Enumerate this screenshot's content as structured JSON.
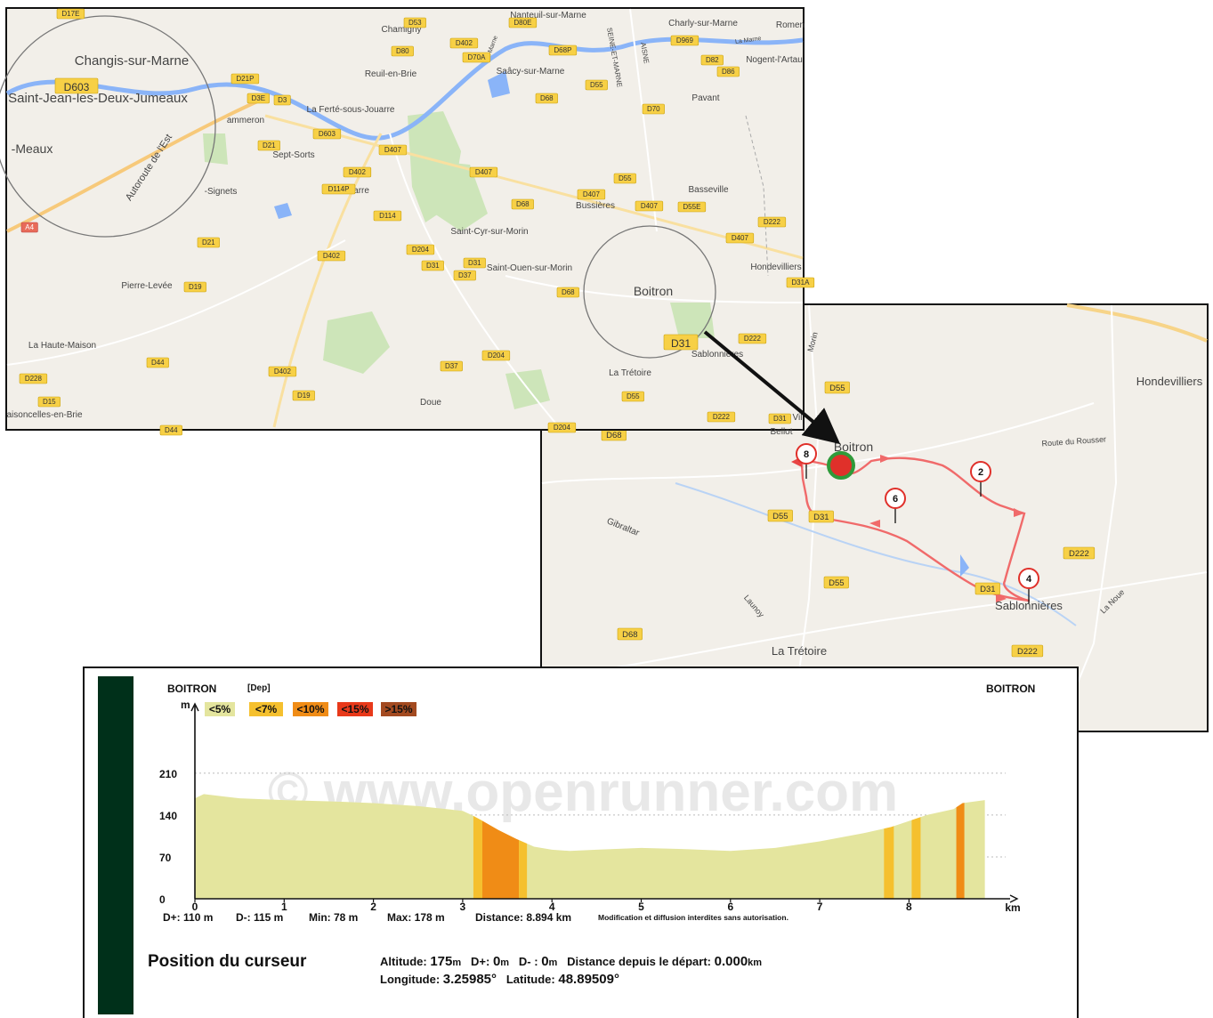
{
  "overview_map": {
    "places": [
      {
        "id": "changis",
        "label": "Changis-sur-Marne"
      },
      {
        "id": "stjean",
        "label": "Saint-Jean-les-Deux-Jumeaux"
      },
      {
        "id": "meaux",
        "label": "-Meaux"
      },
      {
        "id": "autoroute",
        "label": "Autoroute de l'Est"
      },
      {
        "id": "chamigny",
        "label": "Chamigny"
      },
      {
        "id": "nanteuil",
        "label": "Nanteuil-sur-Marne"
      },
      {
        "id": "charly",
        "label": "Charly-sur-Marne"
      },
      {
        "id": "romeny",
        "label": "Romen"
      },
      {
        "id": "nogent",
        "label": "Nogent-l'Artau"
      },
      {
        "id": "reuil",
        "label": "Reuil-en-Brie"
      },
      {
        "id": "saacy",
        "label": "Saâcy-sur-Marne"
      },
      {
        "id": "pavant",
        "label": "Pavant"
      },
      {
        "id": "seine",
        "label": "SEINE-ET-MARNE"
      },
      {
        "id": "aisne",
        "label": "AISNE"
      },
      {
        "id": "lamarne1",
        "label": "La Marne"
      },
      {
        "id": "lamarne2",
        "label": "La Marne"
      },
      {
        "id": "ammeron",
        "label": "ammeron"
      },
      {
        "id": "ferte",
        "label": "La Ferté-sous-Jouarre"
      },
      {
        "id": "septsorts",
        "label": "Sept-Sorts"
      },
      {
        "id": "signets",
        "label": "-Signets"
      },
      {
        "id": "jouarre",
        "label": "Jouarre"
      },
      {
        "id": "bussieres",
        "label": "Bussières"
      },
      {
        "id": "basseville",
        "label": "Basseville"
      },
      {
        "id": "stcyr",
        "label": "Saint-Cyr-sur-Morin"
      },
      {
        "id": "stouen",
        "label": "Saint-Ouen-sur-Morin"
      },
      {
        "id": "hondevilliers",
        "label": "Hondevilliers"
      },
      {
        "id": "boitron",
        "label": "Boitron"
      },
      {
        "id": "pierre",
        "label": "Pierre-Levée"
      },
      {
        "id": "hautemaison",
        "label": "La Haute-Maison"
      },
      {
        "id": "tretoire",
        "label": "La Trétoire"
      },
      {
        "id": "sablonnieres",
        "label": "Sablonnières"
      },
      {
        "id": "doue",
        "label": "Doue"
      },
      {
        "id": "aisoncelles",
        "label": "aisoncelles-en-Brie"
      },
      {
        "id": "bellot",
        "label": "Bellot"
      },
      {
        "id": "vil",
        "label": "Vil"
      }
    ],
    "roads": [
      "D603",
      "D53",
      "D80E",
      "D80",
      "D402",
      "D70A",
      "D68P",
      "D969",
      "D82",
      "D86",
      "D21P",
      "D3E",
      "D3",
      "D68",
      "D55",
      "D70",
      "D603",
      "D407",
      "D21",
      "D402",
      "D114P",
      "D407",
      "D55",
      "D407",
      "D68",
      "D407",
      "D55E",
      "D114",
      "D222",
      "D407",
      "D21",
      "D204",
      "D402",
      "D31",
      "D31",
      "D37",
      "D19",
      "D68",
      "D31A",
      "D31",
      "D222",
      "D44",
      "D402",
      "D37",
      "D204",
      "D228",
      "D19",
      "D55",
      "D15",
      "D222",
      "D31",
      "D44",
      "D204",
      "A4",
      "D17E"
    ]
  },
  "zoom_map": {
    "places": [
      {
        "id": "boitron",
        "label": "Boitron"
      },
      {
        "id": "hondevilliers",
        "label": "Hondevilliers"
      },
      {
        "id": "rousser",
        "label": "Route du Rousser"
      },
      {
        "id": "gibraltar",
        "label": "Gibraltar"
      },
      {
        "id": "sablonnieres",
        "label": "Sablonnières"
      },
      {
        "id": "launoy",
        "label": "Launoy"
      },
      {
        "id": "lanoue",
        "label": "La Noue"
      },
      {
        "id": "tretoire",
        "label": "La Trétoire"
      },
      {
        "id": "morin",
        "label": "Morin"
      }
    ],
    "roads": [
      "D55",
      "D68",
      "D55",
      "D31",
      "D222",
      "D31",
      "D55",
      "D68",
      "D222"
    ],
    "markers": [
      "8",
      "2",
      "6",
      "4"
    ],
    "colors": {
      "route": "#f06a6a",
      "start_fill": "#e0302a",
      "start_ring": "#2f9a3a"
    }
  },
  "profile": {
    "start_label": "BOITRON",
    "dep_label": "[Dep]",
    "end_label": "BOITRON",
    "y_unit": "m",
    "x_unit": "km",
    "watermark": "© www.openrunner.com",
    "legend": [
      {
        "label": "<5%",
        "color": "#e4e59e"
      },
      {
        "label": "<7%",
        "color": "#f5c02e"
      },
      {
        "label": "<10%",
        "color": "#f08c16"
      },
      {
        "label": "<15%",
        "color": "#e8391a"
      },
      {
        "label": ">15%",
        "color": "#a34a20"
      }
    ],
    "y_ticks": [
      "210",
      "140",
      "70",
      "0"
    ],
    "x_ticks": [
      "0",
      "1",
      "2",
      "3",
      "4",
      "5",
      "6",
      "7",
      "8"
    ],
    "stats": {
      "dplus": "D+: 110 m",
      "dminus": "D-: 115 m",
      "min": "Min: 78 m",
      "max": "Max: 178 m",
      "distance": "Distance: 8.894 km",
      "notice": "Modification et diffusion interdites sans autorisation."
    },
    "cursor": {
      "title": "Position du curseur",
      "altitude_label": "Altitude:",
      "altitude": "175",
      "altitude_unit": "m",
      "dplus_label": "D+:",
      "dplus": "0",
      "dplus_unit": "m",
      "dminus_label": "D- :",
      "dminus": "0",
      "dminus_unit": "m",
      "dist_label": "Distance depuis le départ:",
      "dist": "0.000",
      "dist_unit": "km",
      "lon_label": "Longitude:",
      "lon": "3.25985°",
      "lat_label": "Latitude:",
      "lat": "48.89509°"
    }
  },
  "chart_data": {
    "type": "area",
    "title": "",
    "xlabel": "km",
    "ylabel": "m",
    "xlim": [
      0,
      9.2
    ],
    "ylim": [
      0,
      210
    ],
    "x": [
      0,
      0.1,
      0.5,
      1,
      1.5,
      2,
      2.5,
      3,
      3.1,
      3.2,
      3.4,
      3.6,
      3.8,
      4,
      4.2,
      4.5,
      5,
      5.5,
      6,
      6.5,
      7,
      7.5,
      7.8,
      8,
      8.2,
      8.5,
      8.6,
      8.85
    ],
    "values": [
      168,
      175,
      168,
      165,
      163,
      160,
      155,
      147,
      140,
      132,
      115,
      100,
      87,
      82,
      80,
      82,
      85,
      83,
      80,
      85,
      96,
      110,
      120,
      130,
      140,
      150,
      160,
      165
    ],
    "grade_bands": [
      {
        "from": 3.12,
        "to": 3.22,
        "class": "<7%"
      },
      {
        "from": 3.22,
        "to": 3.63,
        "class": "<10%"
      },
      {
        "from": 3.63,
        "to": 3.72,
        "class": "<7%"
      },
      {
        "from": 7.72,
        "to": 7.83,
        "class": "<7%"
      },
      {
        "from": 8.03,
        "to": 8.13,
        "class": "<7%"
      },
      {
        "from": 8.53,
        "to": 8.62,
        "class": "<10%"
      }
    ]
  }
}
